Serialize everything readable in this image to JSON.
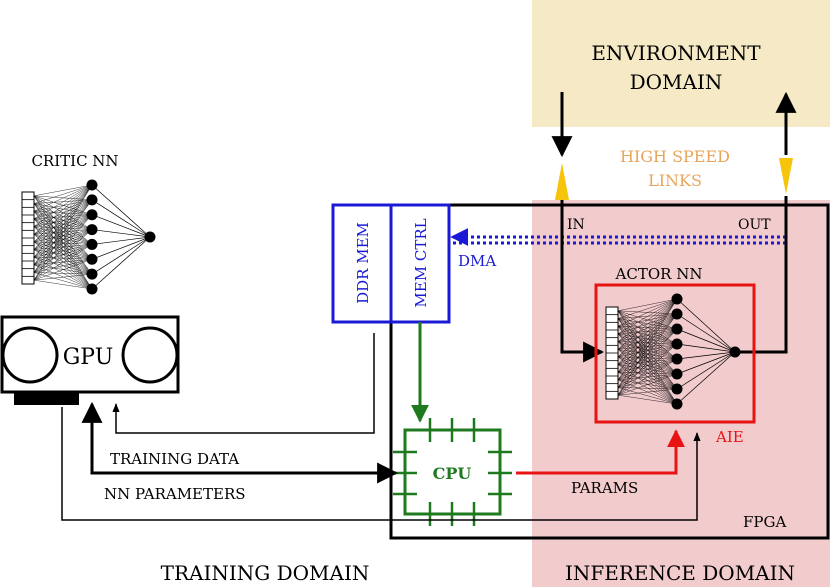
{
  "labels": {
    "environment_line1": "ENVIRONMENT",
    "environment_line2": "DOMAIN",
    "high_speed_line1": "HIGH SPEED",
    "high_speed_line2": "LINKS",
    "in": "IN",
    "out": "OUT",
    "dma": "DMA",
    "actor_nn": "ACTOR NN",
    "aie": "AIE",
    "critic_nn": "CRITIC NN",
    "gpu": "GPU",
    "ddr_mem": "DDR MEM",
    "mem_ctrl": "MEM CTRL",
    "cpu": "CPU",
    "training_data": "TRAINING DATA",
    "nn_parameters": "NN PARAMETERS",
    "params": "PARAMS",
    "fpga": "FPGA",
    "training_domain": "TRAINING DOMAIN",
    "inference_domain": "INFERENCE DOMAIN"
  },
  "colors": {
    "environment_fill": "#f5e9c6",
    "inference_fill": "#f2cbcd",
    "memory_blue": "#1a1ad6",
    "cpu_green": "#1f7a1f",
    "aie_red": "#e81414",
    "link_orange": "#e8a55a",
    "link_arrow_yellow": "#f7c40c"
  }
}
